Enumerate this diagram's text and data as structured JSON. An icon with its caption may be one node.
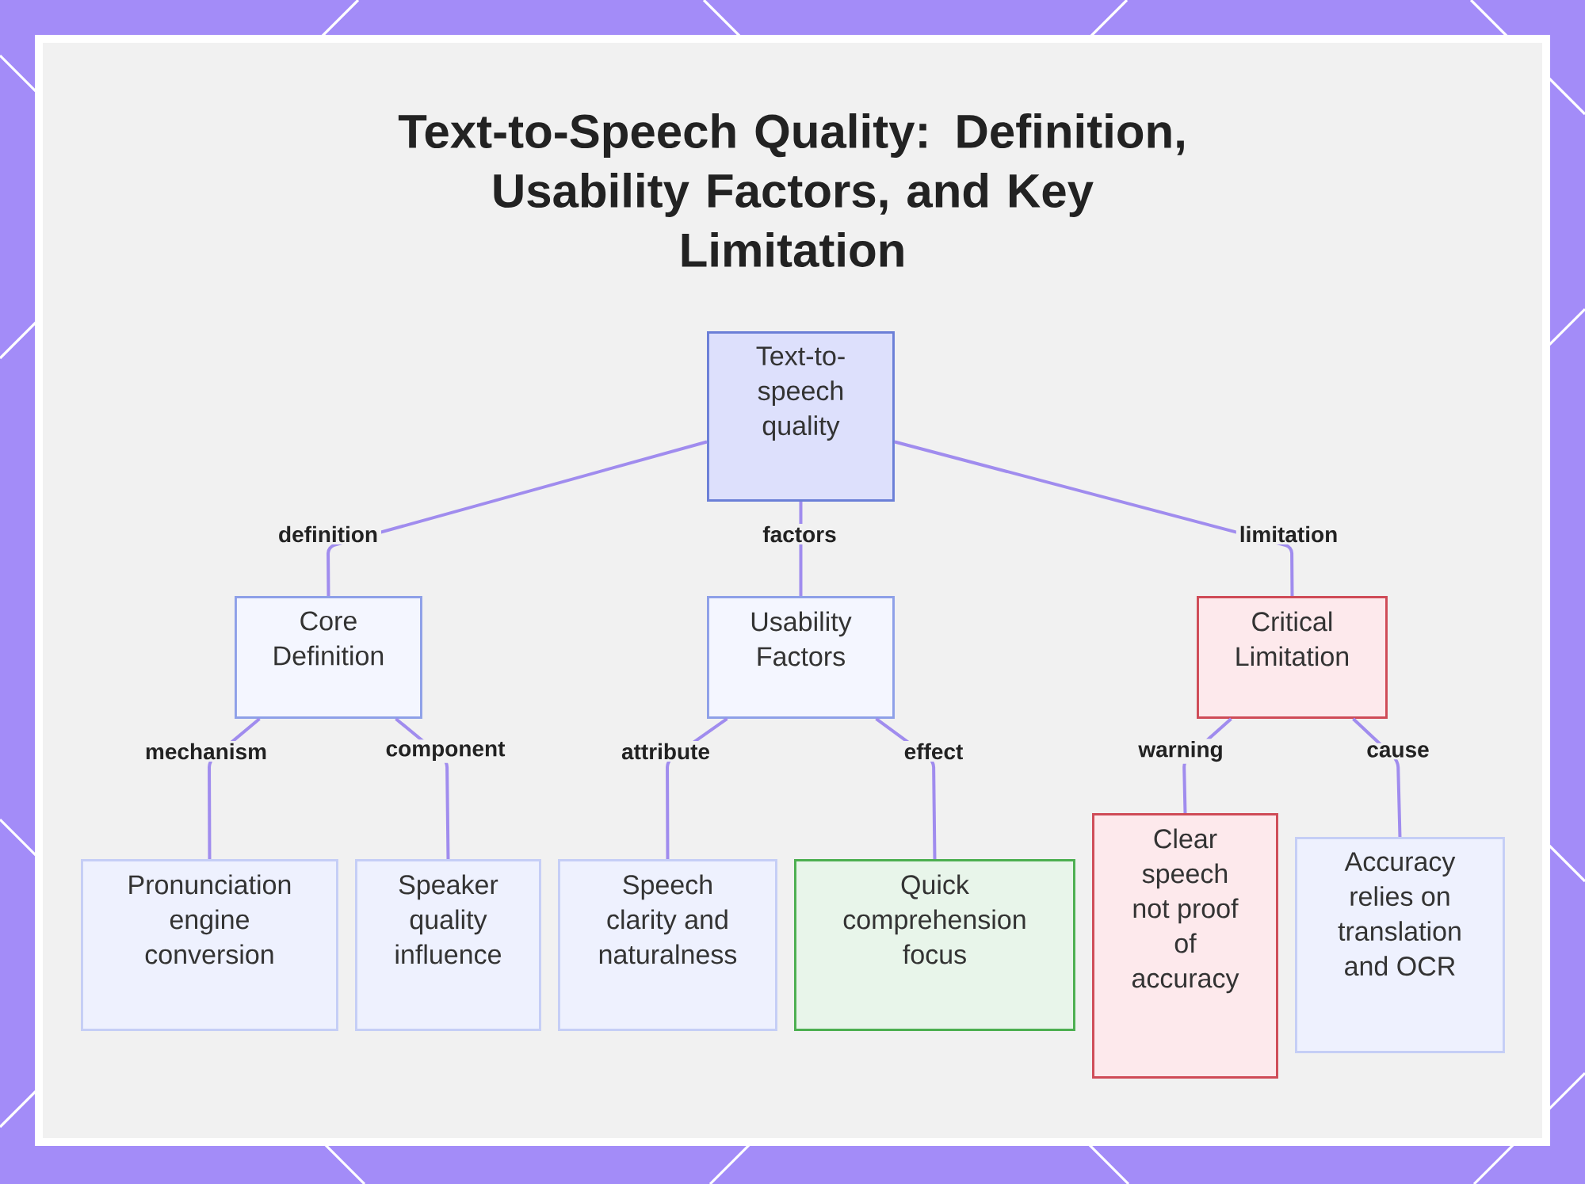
{
  "diagram": {
    "title": "Text-to-Speech Quality: Definition, Usability Factors, and Key Limitation",
    "nodes": [
      {
        "text": [
          "Text-to-speech quality"
        ]
      },
      {
        "text": [
          "Core Definition"
        ]
      },
      {
        "text": [
          "Usability Factors"
        ]
      },
      {
        "text": [
          "Critical Limitation"
        ]
      },
      {
        "text": [
          "Pronunciation engine conversion"
        ]
      },
      {
        "text": [
          "Speaker quality influence"
        ]
      },
      {
        "text": [
          "Speech clarity and naturalness"
        ]
      },
      {
        "text": [
          "Quick comprehension focus"
        ]
      },
      {
        "text": [
          "Clear speech not proof of accuracy"
        ]
      },
      {
        "text": [
          "Accuracy relies on translation and OCR"
        ]
      }
    ],
    "edges": [
      {
        "from": 0,
        "to": 1,
        "arrow": "none",
        "label": "definition"
      },
      {
        "from": 0,
        "to": 2,
        "arrow": "none",
        "label": "factors"
      },
      {
        "from": 0,
        "to": 3,
        "arrow": "none",
        "label": "limitation"
      },
      {
        "from": 1,
        "to": 4,
        "arrow": "none",
        "label": "mechanism"
      },
      {
        "from": 1,
        "to": 5,
        "arrow": "none",
        "label": "component"
      },
      {
        "from": 2,
        "to": 6,
        "arrow": "none",
        "label": "attribute"
      },
      {
        "from": 2,
        "to": 7,
        "arrow": "none",
        "label": "effect"
      },
      {
        "from": 3,
        "to": 8,
        "arrow": "none",
        "label": "warning"
      },
      {
        "from": 3,
        "to": 9,
        "arrow": "none",
        "label": "cause"
      }
    ]
  }
}
